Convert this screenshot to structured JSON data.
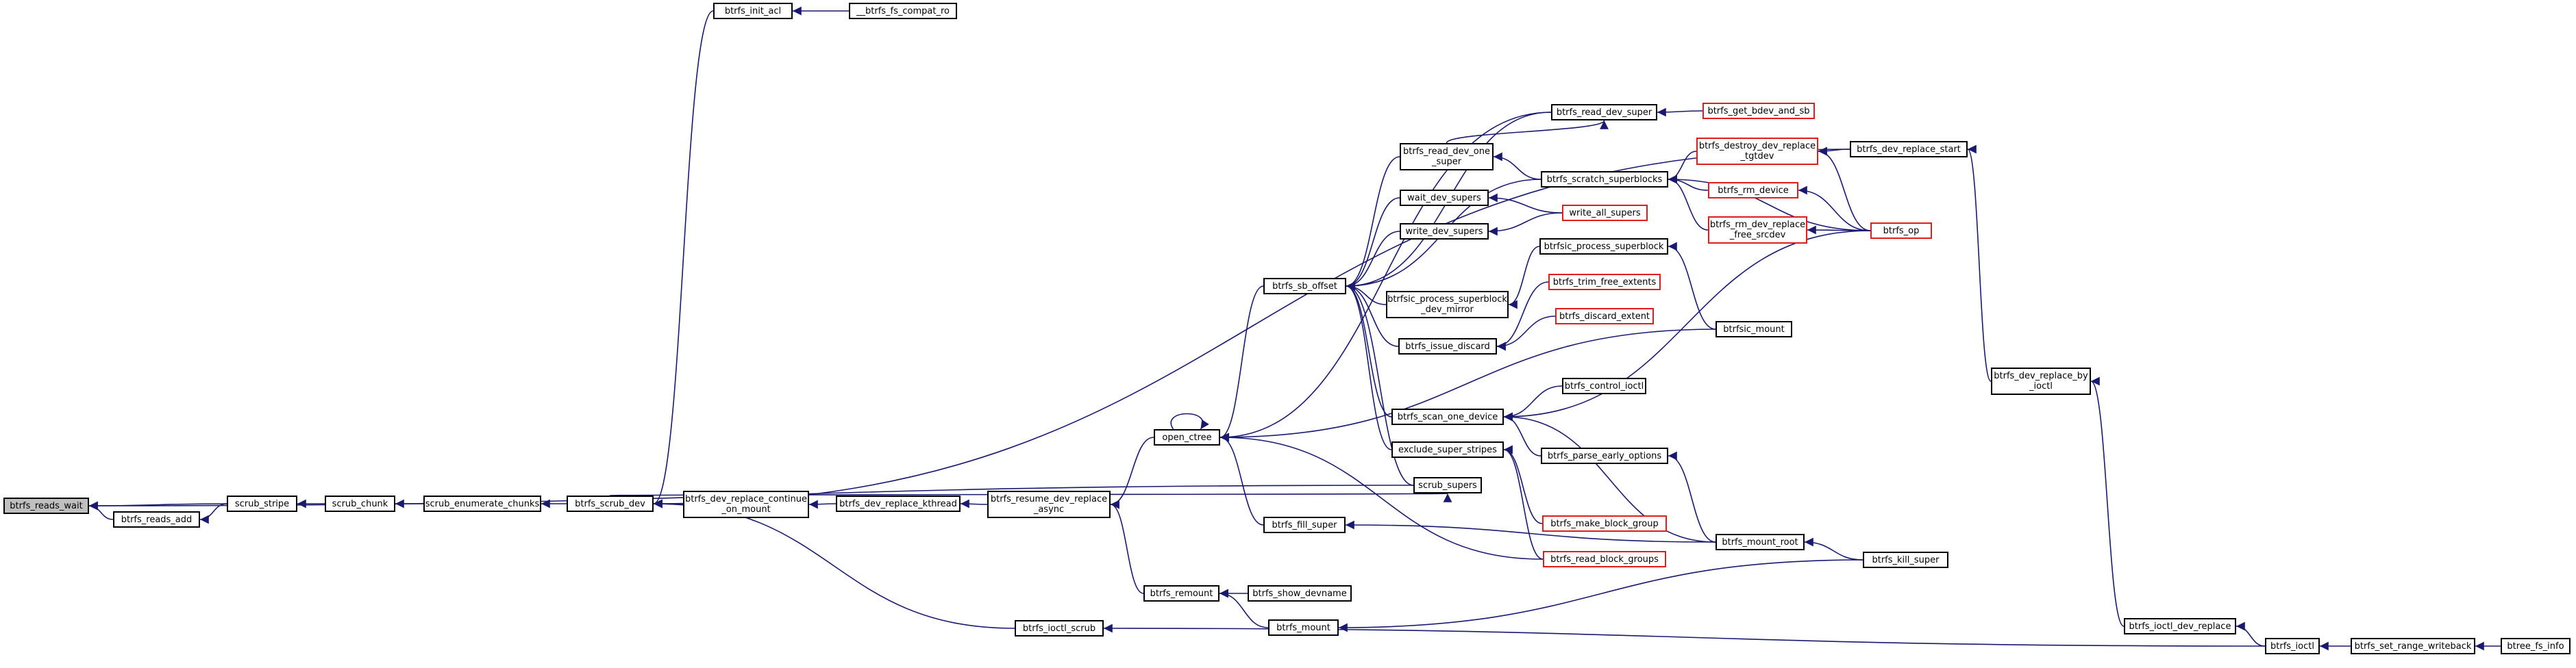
{
  "diagram": {
    "title": "",
    "nodes": [
      {
        "id": "btrfs_reads_wait",
        "label": "btrfs_reads_wait",
        "current": true
      },
      {
        "id": "btrfs_reads_add",
        "label": "btrfs_reads_add"
      },
      {
        "id": "scrub_stripe",
        "label": "scrub_stripe"
      },
      {
        "id": "scrub_chunk",
        "label": "scrub_chunk"
      },
      {
        "id": "scrub_enumerate_chunks",
        "label": "scrub_enumerate_chunks"
      },
      {
        "id": "btrfs_scrub_dev",
        "label": "btrfs_scrub_dev"
      },
      {
        "id": "btrfs_init_acl",
        "label": "btrfs_init_acl"
      },
      {
        "id": "__btrfs_fs_compat_ro",
        "label": "__btrfs_fs_compat_ro"
      },
      {
        "id": "btrfs_dev_replace_continue_on_mount",
        "label": "btrfs_dev_replace_continue\n_on_mount"
      },
      {
        "id": "btrfs_dev_replace_kthread",
        "label": "btrfs_dev_replace_kthread"
      },
      {
        "id": "btrfs_resume_dev_replace_async",
        "label": "btrfs_resume_dev_replace\n_async"
      },
      {
        "id": "open_ctree",
        "label": "open_ctree"
      },
      {
        "id": "btrfs_remount",
        "label": "btrfs_remount"
      },
      {
        "id": "btrfs_show_devname",
        "label": "btrfs_show_devname"
      },
      {
        "id": "btrfs_mount",
        "label": "btrfs_mount"
      },
      {
        "id": "btrfs_ioctl_scrub",
        "label": "btrfs_ioctl_scrub"
      },
      {
        "id": "btrfs_sb_offset",
        "label": "btrfs_sb_offset"
      },
      {
        "id": "btrfs_fill_super",
        "label": "btrfs_fill_super"
      },
      {
        "id": "btrfs_read_dev_super",
        "label": "btrfs_read_dev_super"
      },
      {
        "id": "btrfs_read_dev_one_super",
        "label": "btrfs_read_dev_one\n_super"
      },
      {
        "id": "wait_dev_supers",
        "label": "wait_dev_supers"
      },
      {
        "id": "write_dev_supers",
        "label": "write_dev_supers"
      },
      {
        "id": "btrfsic_process_superblock_dev_mirror",
        "label": "btrfsic_process_superblock\n_dev_mirror"
      },
      {
        "id": "btrfs_issue_discard",
        "label": "btrfs_issue_discard"
      },
      {
        "id": "btrfs_scan_one_device",
        "label": "btrfs_scan_one_device"
      },
      {
        "id": "exclude_super_stripes",
        "label": "exclude_super_stripes"
      },
      {
        "id": "scrub_supers",
        "label": "scrub_supers"
      },
      {
        "id": "btrfs_get_bdev_and_sb",
        "label": "btrfs_get_bdev_and_sb",
        "red": true
      },
      {
        "id": "btrfs_scratch_superblocks",
        "label": "btrfs_scratch_superblocks"
      },
      {
        "id": "write_all_supers",
        "label": "write_all_supers",
        "red": true
      },
      {
        "id": "btrfsic_process_superblock",
        "label": "btrfsic_process_superblock"
      },
      {
        "id": "btrfs_trim_free_extents",
        "label": "btrfs_trim_free_extents",
        "red": true
      },
      {
        "id": "btrfs_discard_extent",
        "label": "btrfs_discard_extent",
        "red": true
      },
      {
        "id": "btrfsic_mount",
        "label": "btrfsic_mount"
      },
      {
        "id": "btrfs_control_ioctl",
        "label": "btrfs_control_ioctl"
      },
      {
        "id": "btrfs_parse_early_options",
        "label": "btrfs_parse_early_options"
      },
      {
        "id": "btrfs_make_block_group",
        "label": "btrfs_make_block_group",
        "red": true
      },
      {
        "id": "btrfs_read_block_groups",
        "label": "btrfs_read_block_groups",
        "red": true
      },
      {
        "id": "btrfs_mount_root",
        "label": "btrfs_mount_root"
      },
      {
        "id": "btrfs_kill_super",
        "label": "btrfs_kill_super"
      },
      {
        "id": "btrfs_destroy_dev_replace_tgtdev",
        "label": "btrfs_destroy_dev_replace\n_tgtdev",
        "red": true
      },
      {
        "id": "btrfs_rm_device",
        "label": "btrfs_rm_device",
        "red": true
      },
      {
        "id": "btrfs_rm_dev_replace_free_srcdev",
        "label": "btrfs_rm_dev_replace\n_free_srcdev",
        "red": true
      },
      {
        "id": "btrfs_dev_replace_start",
        "label": "btrfs_dev_replace_start"
      },
      {
        "id": "btrfs_ioctl",
        "label": "btrfs_ioctl"
      },
      {
        "id": "btrfs_dev_replace_by_ioctl",
        "label": "btrfs_dev_replace_by\n_ioctl"
      },
      {
        "id": "btrfs_ioctl_dev_replace",
        "label": "btrfs_ioctl_dev_replace"
      },
      {
        "id": "btrfs_set_range_writeback",
        "label": "btrfs_set_range_writeback"
      },
      {
        "id": "btree_fs_info",
        "label": "btree_fs_info"
      },
      {
        "id": "btrfs_rm_dev_replace_free_srcdev_2",
        "label": "btrfs_rm_dev_replace\n_free_srcdev",
        "red": true
      },
      {
        "id": "btrfs_op",
        "label": "btrfs_op",
        "red": true
      }
    ],
    "edges": [
      [
        "btrfs_reads_add",
        "btrfs_reads_wait"
      ],
      [
        "scrub_stripe",
        "btrfs_reads_wait"
      ],
      [
        "scrub_stripe",
        "btrfs_reads_add"
      ],
      [
        "scrub_supers",
        "btrfs_reads_wait"
      ],
      [
        "scrub_chunk",
        "scrub_stripe"
      ],
      [
        "scrub_enumerate_chunks",
        "scrub_chunk"
      ],
      [
        "btrfs_scrub_dev",
        "scrub_enumerate_chunks"
      ],
      [
        "btrfs_scrub_dev",
        "scrub_supers"
      ],
      [
        "btrfs_init_acl",
        "btrfs_scrub_dev"
      ],
      [
        "__btrfs_fs_compat_ro",
        "btrfs_init_acl"
      ],
      [
        "btrfs_dev_replace_continue_on_mount",
        "btrfs_scrub_dev"
      ],
      [
        "btrfs_dev_replace_start",
        "btrfs_scrub_dev"
      ],
      [
        "btrfs_ioctl_scrub",
        "btrfs_scrub_dev"
      ],
      [
        "btrfs_dev_replace_kthread",
        "btrfs_dev_replace_continue_on_mount"
      ],
      [
        "btrfs_resume_dev_replace_async",
        "btrfs_dev_replace_kthread"
      ],
      [
        "open_ctree",
        "btrfs_resume_dev_replace_async"
      ],
      [
        "btrfs_remount",
        "btrfs_resume_dev_replace_async"
      ],
      [
        "open_ctree",
        "open_ctree"
      ],
      [
        "btrfs_read_dev_super",
        "open_ctree"
      ],
      [
        "btrfsic_mount",
        "open_ctree"
      ],
      [
        "btrfs_fill_super",
        "open_ctree"
      ],
      [
        "btrfs_read_block_groups",
        "open_ctree"
      ],
      [
        "btrfs_show_devname",
        "btrfs_remount"
      ],
      [
        "btrfs_mount",
        "btrfs_remount"
      ],
      [
        "btrfs_kill_super",
        "btrfs_mount"
      ],
      [
        "btrfs_ioctl",
        "btrfs_ioctl_scrub"
      ],
      [
        "btrfs_mount_root",
        "btrfs_fill_super"
      ],
      [
        "btrfs_sb_offset",
        "open_ctree"
      ],
      [
        "btrfs_read_dev_super",
        "btrfs_sb_offset"
      ],
      [
        "btrfs_read_dev_one_super",
        "btrfs_sb_offset"
      ],
      [
        "wait_dev_supers",
        "btrfs_sb_offset"
      ],
      [
        "write_dev_supers",
        "btrfs_sb_offset"
      ],
      [
        "btrfsic_process_superblock_dev_mirror",
        "btrfs_sb_offset"
      ],
      [
        "btrfs_issue_discard",
        "btrfs_sb_offset"
      ],
      [
        "btrfs_scan_one_device",
        "btrfs_sb_offset"
      ],
      [
        "exclude_super_stripes",
        "btrfs_sb_offset"
      ],
      [
        "scrub_supers",
        "btrfs_sb_offset"
      ],
      [
        "btrfs_scratch_superblocks",
        "btrfs_sb_offset"
      ],
      [
        "btrfs_get_bdev_and_sb",
        "btrfs_read_dev_super"
      ],
      [
        "btrfs_read_dev_one_super",
        "btrfs_read_dev_super"
      ],
      [
        "btrfs_scratch_superblocks",
        "btrfs_read_dev_one_super"
      ],
      [
        "write_all_supers",
        "wait_dev_supers"
      ],
      [
        "write_all_supers",
        "write_dev_supers"
      ],
      [
        "btrfsic_process_superblock",
        "btrfsic_process_superblock_dev_mirror"
      ],
      [
        "btrfs_trim_free_extents",
        "btrfs_issue_discard"
      ],
      [
        "btrfs_discard_extent",
        "btrfs_issue_discard"
      ],
      [
        "btrfsic_mount",
        "btrfsic_process_superblock"
      ],
      [
        "btrfs_control_ioctl",
        "btrfs_scan_one_device"
      ],
      [
        "btrfs_parse_early_options",
        "btrfs_scan_one_device"
      ],
      [
        "btrfs_mount_root",
        "btrfs_scan_one_device"
      ],
      [
        "btrfs_op",
        "btrfs_scan_one_device"
      ],
      [
        "btrfs_make_block_group",
        "exclude_super_stripes"
      ],
      [
        "btrfs_read_block_groups",
        "exclude_super_stripes"
      ],
      [
        "btrfs_mount_root",
        "btrfs_parse_early_options"
      ],
      [
        "btrfs_kill_super",
        "btrfs_mount_root"
      ],
      [
        "btrfs_destroy_dev_replace_tgtdev",
        "btrfs_scratch_superblocks"
      ],
      [
        "btrfs_rm_device",
        "btrfs_scratch_superblocks"
      ],
      [
        "btrfs_rm_dev_replace_free_srcdev",
        "btrfs_scratch_superblocks"
      ],
      [
        "btrfs_op",
        "btrfs_scratch_superblocks"
      ],
      [
        "btrfs_dev_replace_start",
        "btrfs_destroy_dev_replace_tgtdev"
      ],
      [
        "btrfs_op",
        "btrfs_destroy_dev_replace_tgtdev"
      ],
      [
        "btrfs_op",
        "btrfs_rm_device"
      ],
      [
        "btrfs_op",
        "btrfs_rm_dev_replace_free_srcdev"
      ],
      [
        "btrfs_dev_replace_by_ioctl",
        "btrfs_dev_replace_start"
      ],
      [
        "btrfs_ioctl_dev_replace",
        "btrfs_dev_replace_by_ioctl"
      ],
      [
        "btrfs_ioctl",
        "btrfs_ioctl_dev_replace"
      ],
      [
        "btrfs_set_range_writeback",
        "btrfs_ioctl"
      ],
      [
        "btree_fs_info",
        "btrfs_set_range_writeback"
      ]
    ]
  }
}
